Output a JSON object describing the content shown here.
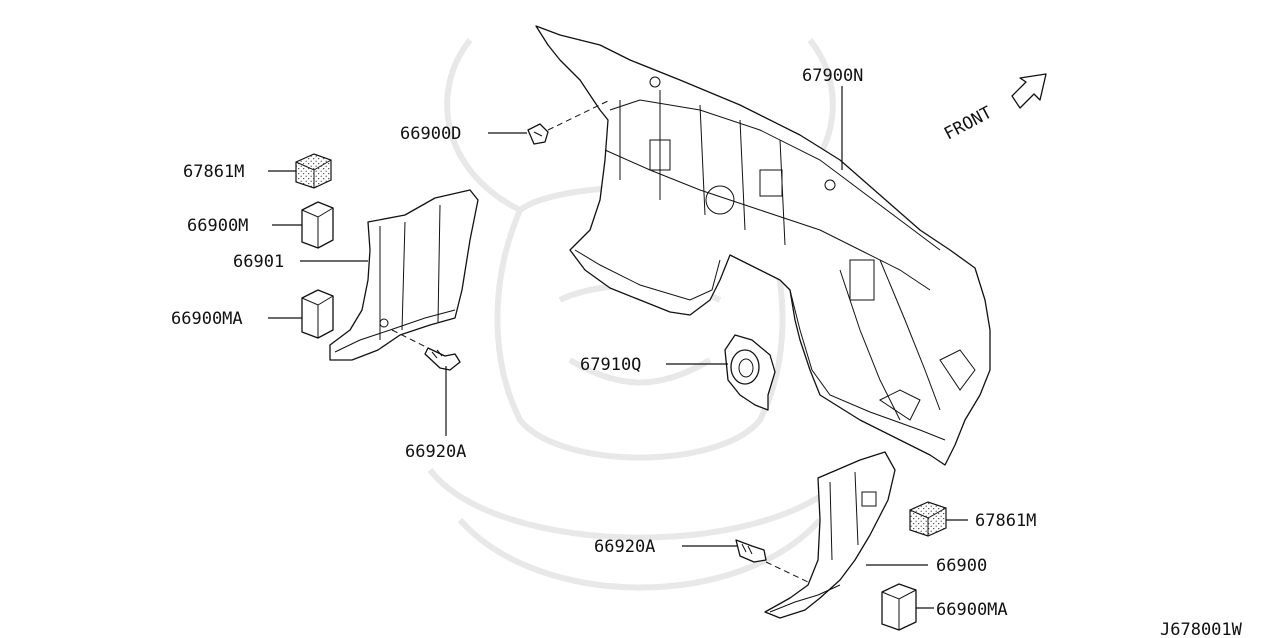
{
  "labels": {
    "dash_panel": "67900N",
    "clip_top": "66900D",
    "insulator_left": "67861M",
    "pad_left_upper": "66900M",
    "finisher_left": "66901",
    "pad_left_lower": "66900MA",
    "bolt_left": "66920A",
    "grommet": "67910Q",
    "insulator_right": "67861M",
    "bolt_right": "66920A",
    "finisher_right": "66900",
    "pad_right": "66900MA",
    "front_indicator": "FRONT",
    "diagram_code": "J678001W"
  },
  "icons": {
    "arrow": "front-arrow-icon",
    "watermark": "samurai-helmet-watermark"
  },
  "colors": {
    "line": "#111111",
    "background": "#ffffff",
    "watermark": "#e8e8e8"
  }
}
